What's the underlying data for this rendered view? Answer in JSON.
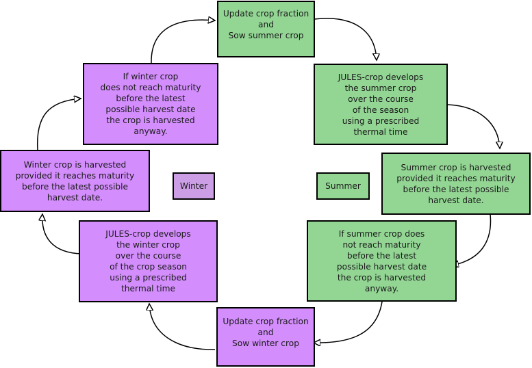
{
  "colors": {
    "summer": "#93d694",
    "winter": "#d38dfc",
    "winter_legend": "#cc9ee6",
    "border": "#000000"
  },
  "legend": {
    "winter": "Winter",
    "summer": "Summer"
  },
  "nodes": {
    "sow_summer": "Update crop fraction\nand\nSow summer crop",
    "develop_summer": "JULES-crop develops\nthe summer crop\nover the course\nof the season\nusing a prescribed\nthermal time",
    "harvest_summer": "Summer crop is harvested\nprovided it reaches maturity\nbefore the latest possible\nharvest date.",
    "force_harvest_summer": "If summer crop does\nnot reach maturity\nbefore the latest\npossible harvest date\nthe crop is harvested\nanyway.",
    "sow_winter": "Update crop fraction\nand\nSow winter crop",
    "develop_winter": "JULES-crop develops\nthe winter crop\nover the course\nof the crop season\nusing a prescribed\nthermal time",
    "harvest_winter": "Winter crop is harvested\nprovided it reaches maturity\nbefore the latest possible\nharvest date.",
    "force_harvest_winter": "If winter crop\ndoes not reach maturity\nbefore the latest\npossible harvest date\nthe crop is harvested\nanyway."
  }
}
